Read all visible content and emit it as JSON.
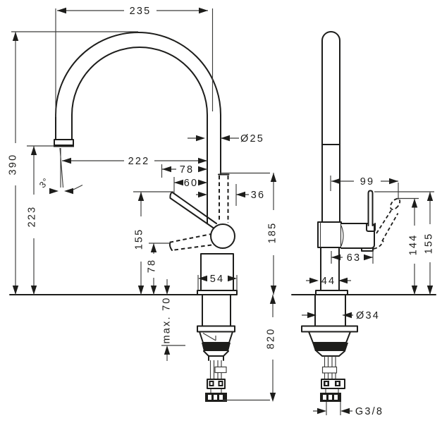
{
  "page": {
    "background": "#ffffff",
    "ink_color": "#1d1d1b",
    "description": "Kitchen mixer tap technical dimension drawing, front and side views"
  },
  "front_view": {
    "dims": {
      "spout_reach": "235",
      "total_height": "390",
      "outlet_height": "223",
      "outlet_angle": "3°",
      "spout_tube_diameter": "Ø25",
      "outlet_reach": "222",
      "lever_open_reach": "78",
      "lever_reach": "60",
      "lever_hub_width": "36",
      "upper_body_height": "185",
      "lever_tip_height": "155",
      "lever_open_height": "78",
      "base_escutcheon_width": "54",
      "max_mounting_depth": "max. 70",
      "hose_length_below": "820"
    }
  },
  "side_view": {
    "dims": {
      "lever_length": "99",
      "lever_overhang": "63",
      "lever_open_tip_height": "144",
      "lever_top_height": "155",
      "base_width": "44",
      "shank_diameter": "Ø34",
      "hose_connection": "G3/8"
    }
  }
}
